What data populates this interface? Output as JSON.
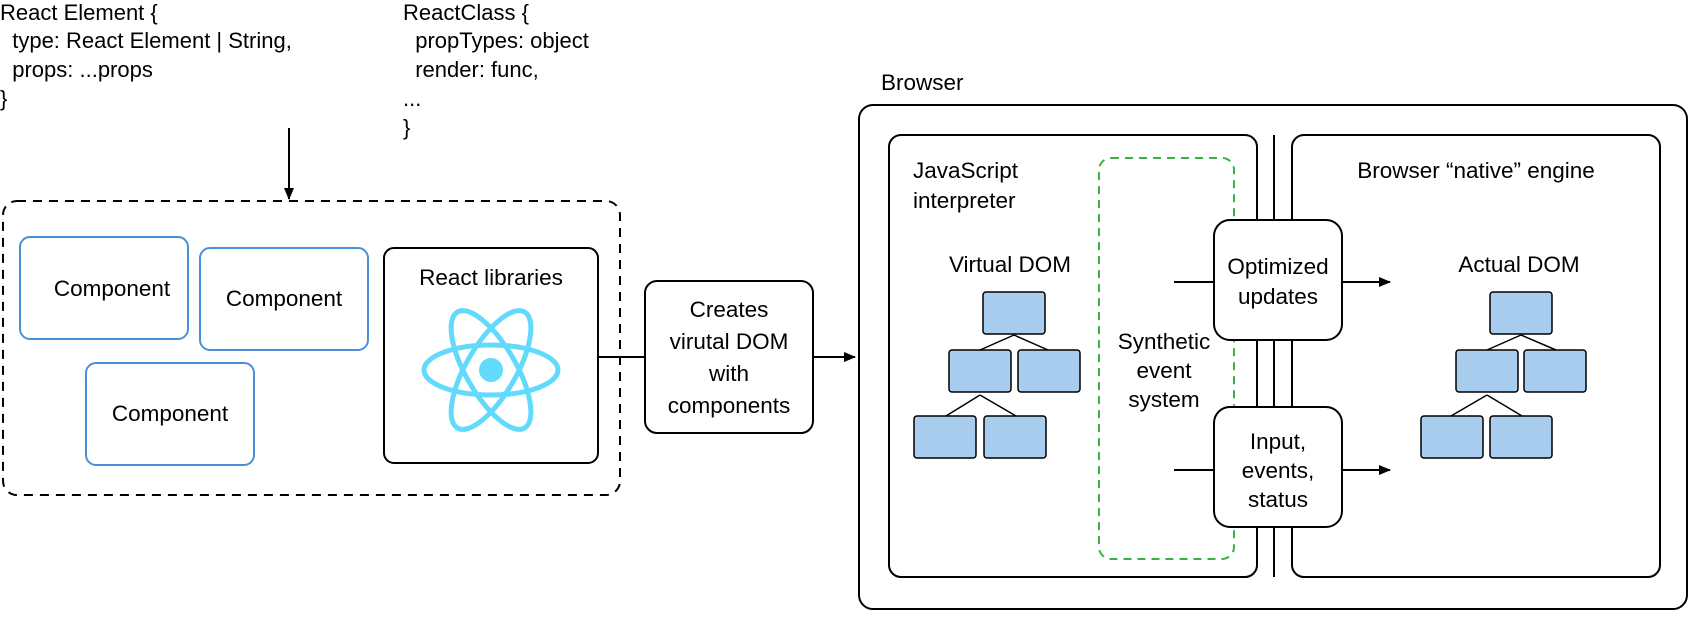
{
  "react_element_code": [
    "React Element {",
    "  type: React Element | String,",
    "  props: ...props",
    "}"
  ],
  "react_class_code": [
    "ReactClass {",
    "  propTypes: object",
    "  render: func,",
    "...",
    "}"
  ],
  "components": [
    "Component",
    "Component",
    "Component"
  ],
  "react_libraries": {
    "label": "React libraries",
    "logo": "react-atom-icon"
  },
  "creates_box": [
    "Creates",
    "virutal DOM",
    "with",
    "components"
  ],
  "browser": {
    "label": "Browser",
    "js_interpreter": [
      "JavaScript",
      "interpreter"
    ],
    "virtual_dom_label": "Virtual DOM",
    "synthetic_event": [
      "Synthetic",
      "event",
      "system"
    ],
    "native_engine_label": "Browser “native” engine",
    "actual_dom_label": "Actual DOM",
    "optimized_updates": [
      "Optimized",
      "updates"
    ],
    "input_events": [
      "Input,",
      "events,",
      "status"
    ]
  },
  "colors": {
    "component_border": "#4a90d9",
    "tree_node_fill": "#a9cdee",
    "react_logo": "#61dafb",
    "event_border": "#3cb043"
  }
}
